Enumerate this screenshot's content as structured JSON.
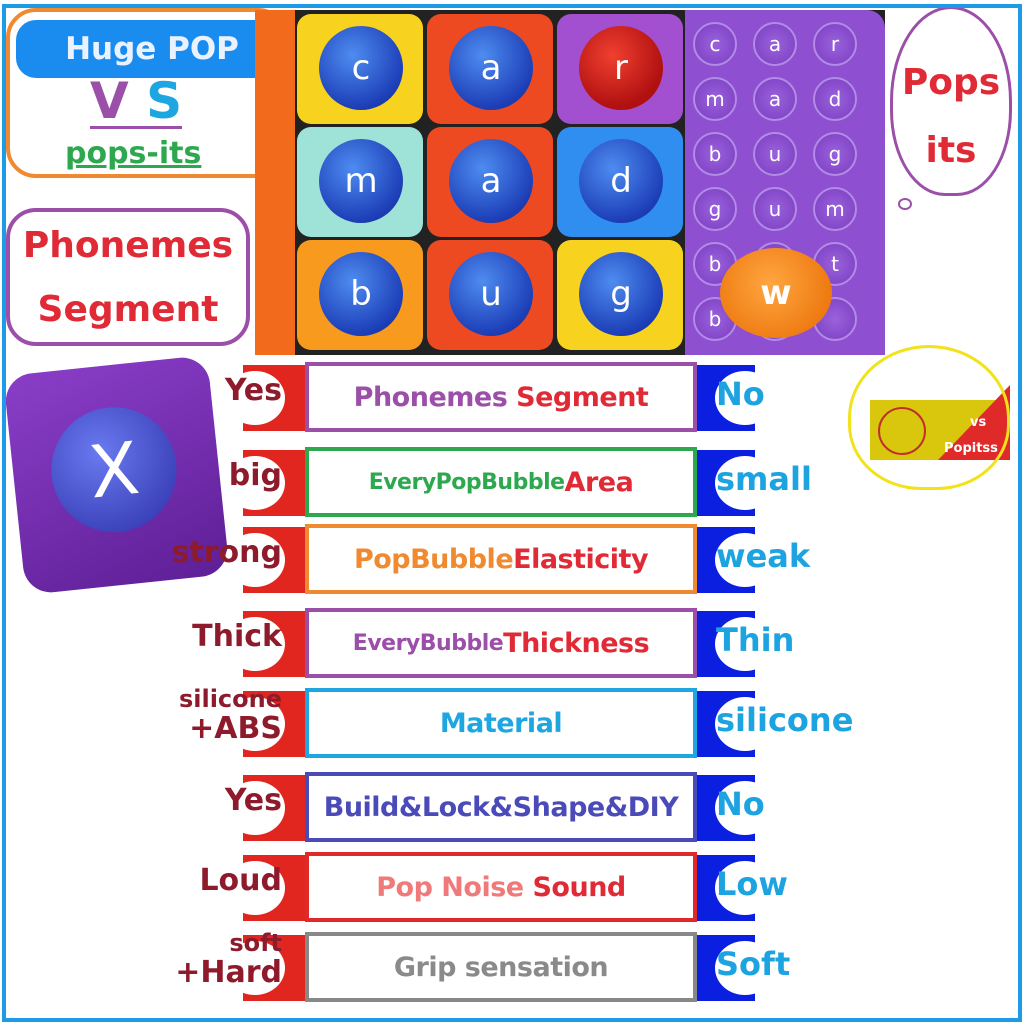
{
  "header": {
    "title": "Huge POP",
    "vs_v": "V",
    "vs_s": "S",
    "subtitle": "pops-its"
  },
  "bubble_left": {
    "line1": "Phonemes",
    "line2": "Segment"
  },
  "cloud": {
    "line1": "Pops",
    "line2": "its"
  },
  "heart_badge": {
    "line1": "vs",
    "line2": "Popitss"
  },
  "cube_letter": "X",
  "tiles": [
    {
      "letter": "c",
      "color": "#f7d21e"
    },
    {
      "letter": "a",
      "color": "#ee4a22"
    },
    {
      "letter": "r",
      "color": "#a24fd0",
      "ball": "red"
    },
    {
      "letter": "m",
      "color": "#9fe3d8"
    },
    {
      "letter": "a",
      "color": "#ee4a22"
    },
    {
      "letter": "d",
      "color": "#2f8ef0"
    },
    {
      "letter": "b",
      "color": "#f79a1e"
    },
    {
      "letter": "u",
      "color": "#ee4a22"
    },
    {
      "letter": "g",
      "color": "#f7d21e"
    }
  ],
  "board_letters": [
    "c",
    "a",
    "r",
    "m",
    "a",
    "d",
    "b",
    "u",
    "g",
    "g",
    "u",
    "m",
    "b",
    "",
    "t",
    "b",
    "",
    ""
  ],
  "board_ball": "w",
  "comparison": [
    {
      "left": "Yes",
      "right": "No",
      "parts": [
        {
          "t": "Phonemes ",
          "c": "#9b4fa8"
        },
        {
          "t": "Segment",
          "c": "#e02a36"
        }
      ],
      "border": "#9b4fa8"
    },
    {
      "left": "big",
      "right": "small",
      "parts": [
        {
          "t": "EveryPopBubble",
          "c": "#2ea84f",
          "s": "small"
        },
        {
          "t": "Area",
          "c": "#e02a36"
        }
      ],
      "border": "#2ea84f"
    },
    {
      "left": "strong",
      "right": "weak",
      "parts": [
        {
          "t": "PopBubble",
          "c": "#f08a30"
        },
        {
          "t": "Elasticity",
          "c": "#e02a36"
        }
      ],
      "border": "#f08a30"
    },
    {
      "left": "Thick",
      "right": "Thin",
      "parts": [
        {
          "t": "EveryBubble",
          "c": "#9b4fa8",
          "s": "small"
        },
        {
          "t": "Thickness",
          "c": "#e02a36"
        }
      ],
      "border": "#9b4fa8"
    },
    {
      "left_top": "silicone",
      "left": "+ABS",
      "right": "silicone",
      "parts": [
        {
          "t": "Material",
          "c": "#1ea6e0"
        }
      ],
      "border": "#1ea6e0"
    },
    {
      "left": "Yes",
      "right": "No",
      "parts": [
        {
          "t": "Build&Lock&Shape&DIY",
          "c": "#4a4ab8"
        }
      ],
      "border": "#4a4ab8"
    },
    {
      "left": "Loud",
      "right": "Low",
      "parts": [
        {
          "t": "Pop Noise ",
          "c": "#f07a7a"
        },
        {
          "t": "Sound",
          "c": "#e02a36"
        }
      ],
      "border": "#e02a2a"
    },
    {
      "left_top": "soft",
      "left": "+Hard",
      "right": "Soft",
      "parts": [
        {
          "t": "Grip sensation",
          "c": "#8a8a8a"
        }
      ],
      "border": "#888888"
    }
  ]
}
